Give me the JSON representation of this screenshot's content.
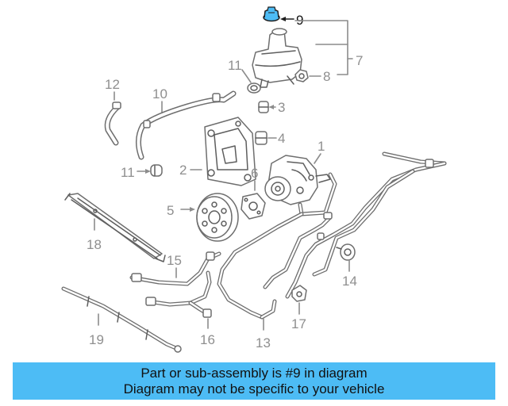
{
  "callouts": {
    "c1": "1",
    "c2": "2",
    "c3": "3",
    "c4": "4",
    "c5": "5",
    "c6": "6",
    "c7": "7",
    "c8": "8",
    "c9": "9",
    "c10": "10",
    "c11a": "11",
    "c11b": "11",
    "c12": "12",
    "c13": "13",
    "c14": "14",
    "c15": "15",
    "c16": "16",
    "c17": "17",
    "c18": "18",
    "c19": "19"
  },
  "highlighted_part": "9",
  "banner": {
    "line1": "Part or sub-assembly is #9 in diagram",
    "line2": "Diagram may not be specific to your vehicle",
    "color": "#4dbcf5"
  }
}
